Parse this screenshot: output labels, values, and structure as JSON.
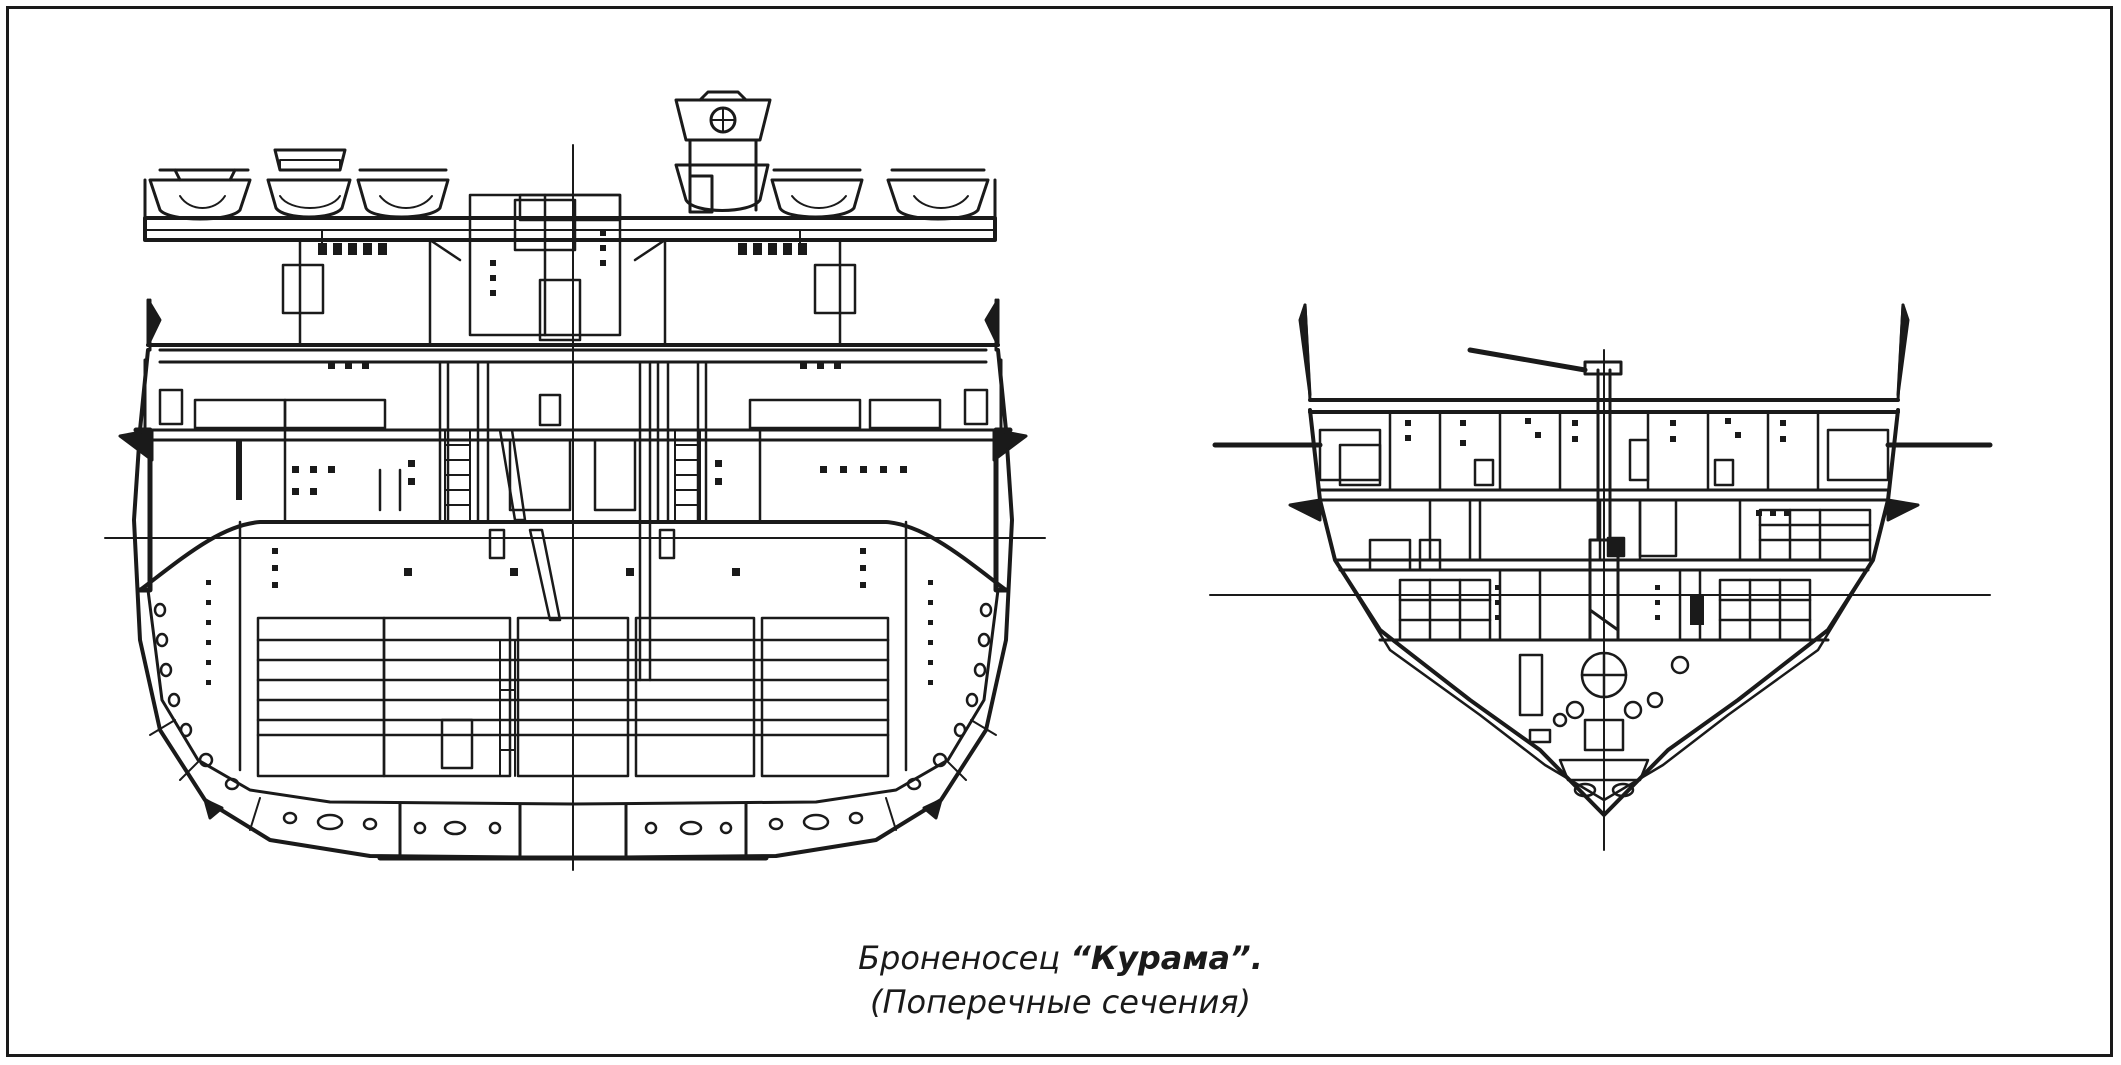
{
  "caption": {
    "title_prefix": "Броненосец ",
    "ship_name": "“Курама”.",
    "subtitle": "(Поперечные сечения)"
  },
  "colors": {
    "ink": "#1a1a1a",
    "paper": "#ffffff"
  },
  "sections": [
    {
      "id": "midship",
      "label": ""
    },
    {
      "id": "fore",
      "label": ""
    }
  ]
}
